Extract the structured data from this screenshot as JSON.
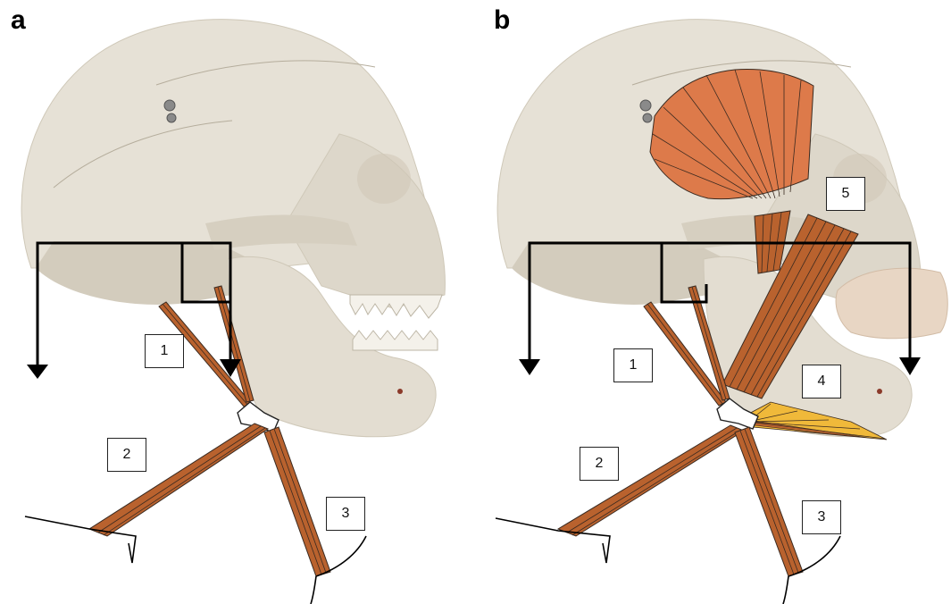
{
  "panels": [
    {
      "id": "a",
      "letter": "a",
      "labels": [
        "1",
        "2",
        "3"
      ]
    },
    {
      "id": "b",
      "letter": "b",
      "labels": [
        "1",
        "2",
        "3",
        "4",
        "5"
      ]
    }
  ],
  "colors": {
    "bone": "#e6e1d6",
    "bone_shade": "#c9c2b3",
    "muscle": "#b9622e",
    "muscle_light": "#d97a45",
    "temporalis": "#dd7a4a",
    "yellow_band": "#f0b93a",
    "arrow": "#000000"
  }
}
